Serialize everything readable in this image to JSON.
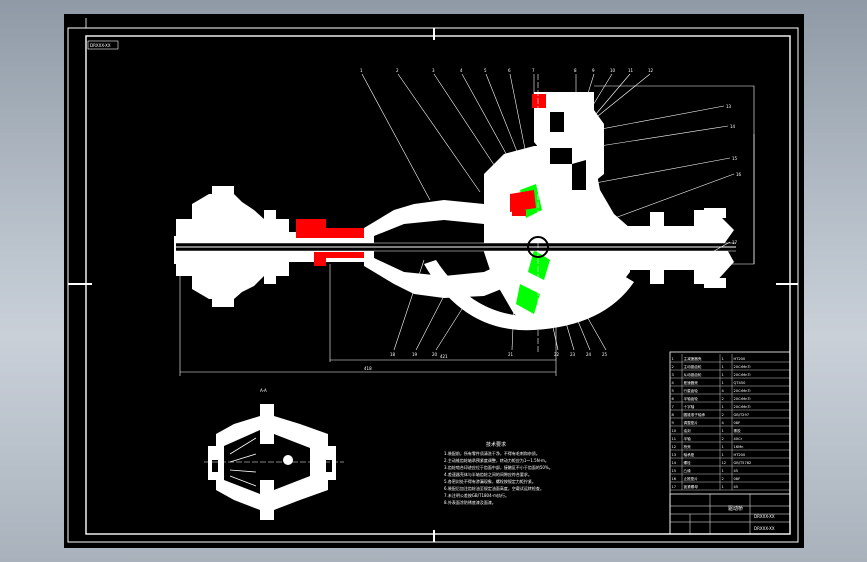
{
  "sheet": {
    "corner_tag": "DRXXX-XX",
    "bottom_right_code": "DRXXX-XX"
  },
  "main_view": {
    "dimensions": [
      "418",
      "421"
    ],
    "leaders_top": [
      "1",
      "2",
      "3",
      "4",
      "5",
      "6",
      "7",
      "8",
      "9",
      "10",
      "11",
      "12"
    ],
    "leaders_right": [
      "13",
      "14",
      "15",
      "16",
      "17"
    ],
    "leaders_bottom": [
      "18",
      "19",
      "20",
      "21",
      "22",
      "23",
      "24",
      "25"
    ]
  },
  "section_view": {
    "label": "A-A"
  },
  "technical_requirements": {
    "title": "技术要求",
    "lines": [
      "1.装配前，所有零件须清洗干净，不得有毛刺和杂质。",
      "2.主动锥齿轮轴承预紧度调整，转动力矩应为1～1.5N·m。",
      "3.齿轮啮合印迹应位于齿面中部，接触区不小于齿面的50%。",
      "4.差速器壳体与半轴齿轮之间的间隙应符合要求。",
      "5.各密封处不得有渗漏现象，螺栓按规定力矩拧紧。",
      "6.装配后加注齿轮油至规定油面高度，空载试运转检查。",
      "7.未注明公差按GB/T1804-m执行。",
      "8.外表面涂防锈底漆及面漆。"
    ]
  },
  "parts_list": {
    "rows": [
      {
        "no": "1",
        "name": "主减速器壳",
        "qty": "1",
        "material": "HT200"
      },
      {
        "no": "2",
        "name": "主动锥齿轮",
        "qty": "1",
        "material": "20CrMnTi"
      },
      {
        "no": "3",
        "name": "从动锥齿轮",
        "qty": "1",
        "material": "20CrMnTi"
      },
      {
        "no": "4",
        "name": "差速器壳",
        "qty": "1",
        "material": "QT450"
      },
      {
        "no": "5",
        "name": "行星齿轮",
        "qty": "4",
        "material": "20CrMnTi"
      },
      {
        "no": "6",
        "name": "半轴齿轮",
        "qty": "2",
        "material": "20CrMnTi"
      },
      {
        "no": "7",
        "name": "十字轴",
        "qty": "1",
        "material": "20CrMnTi"
      },
      {
        "no": "8",
        "name": "圆锥滚子轴承",
        "qty": "2",
        "material": "GB/T297"
      },
      {
        "no": "9",
        "name": "调整垫片",
        "qty": "4",
        "material": "08F"
      },
      {
        "no": "10",
        "name": "油封",
        "qty": "1",
        "material": "橡胶"
      },
      {
        "no": "11",
        "name": "半轴",
        "qty": "2",
        "material": "40Cr"
      },
      {
        "no": "12",
        "name": "桥壳",
        "qty": "1",
        "material": "16Mn"
      },
      {
        "no": "13",
        "name": "轴承座",
        "qty": "1",
        "material": "HT200"
      },
      {
        "no": "14",
        "name": "螺栓",
        "qty": "12",
        "material": "GB/T5782"
      },
      {
        "no": "15",
        "name": "凸缘",
        "qty": "1",
        "material": "45"
      },
      {
        "no": "16",
        "name": "止推垫片",
        "qty": "2",
        "material": "08F"
      },
      {
        "no": "17",
        "name": "锁紧螺母",
        "qty": "1",
        "material": "45"
      }
    ],
    "title_block": {
      "drawing_name": "驱动桥",
      "drawing_code": "DRXXX-XX"
    }
  },
  "colors": {
    "background": "#000000",
    "lines": "#ffffff",
    "section_red": "#ff0000",
    "section_green": "#00ff00",
    "gray": "#8f9aa6"
  }
}
